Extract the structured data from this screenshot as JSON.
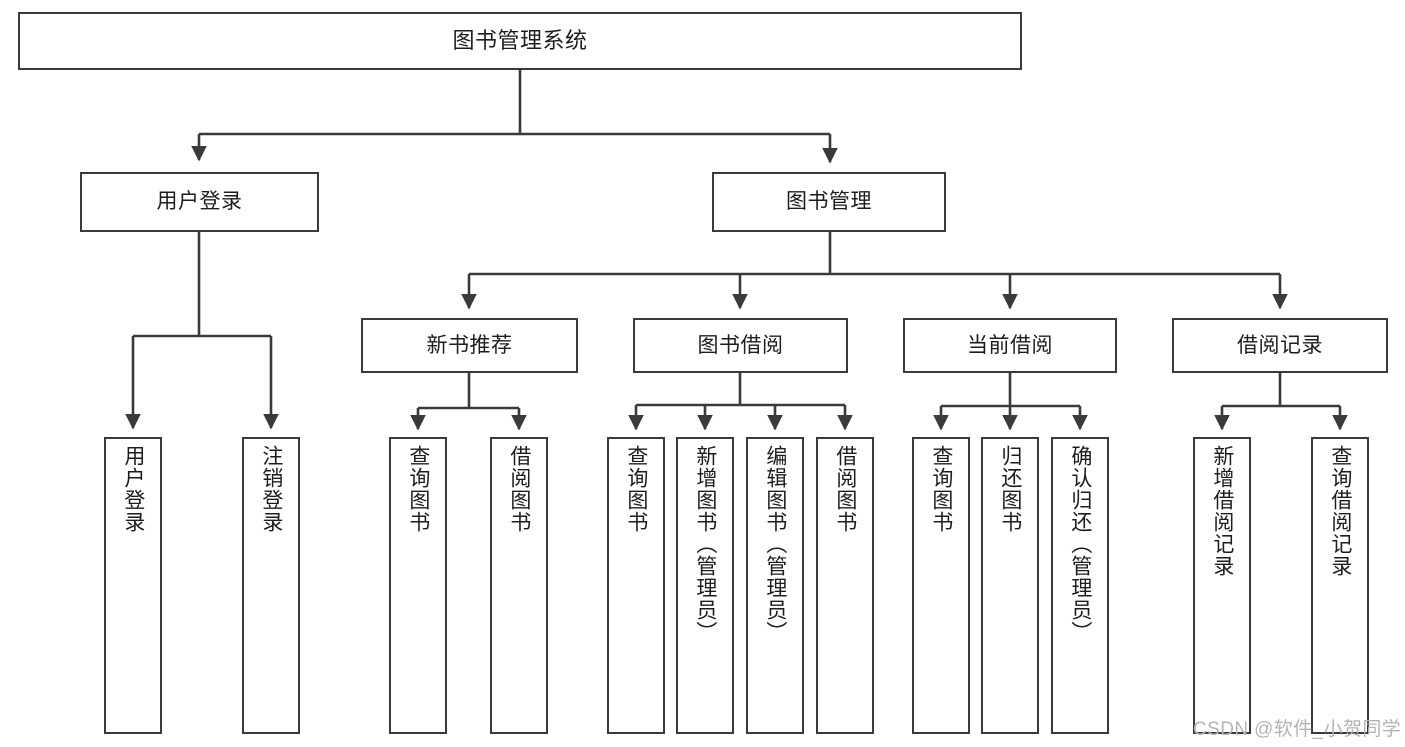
{
  "diagram": {
    "title": "图书管理系统",
    "type": "tree-hierarchy",
    "orientation": "top-down",
    "colors": {
      "stroke": "#3a3a3a",
      "fill": "#ffffff",
      "text": "#1d1d1d",
      "watermark": "#b4b4b4"
    },
    "nodes": {
      "root": {
        "label": "图书管理系统"
      },
      "level1": [
        {
          "label": "用户登录"
        },
        {
          "label": "图书管理"
        }
      ],
      "level2": [
        {
          "label": "新书推荐"
        },
        {
          "label": "图书借阅"
        },
        {
          "label": "当前借阅"
        },
        {
          "label": "借阅记录"
        }
      ],
      "leaves": {
        "user_login": [
          {
            "label": "用户登录"
          },
          {
            "label": "注销登录"
          }
        ],
        "new_book_recommend": [
          {
            "label": "查询图书"
          },
          {
            "label": "借阅图书"
          }
        ],
        "book_borrow": [
          {
            "label": "查询图书"
          },
          {
            "label": "新增图书（管理员）"
          },
          {
            "label": "编辑图书（管理员）"
          },
          {
            "label": "借阅图书"
          }
        ],
        "current_borrow": [
          {
            "label": "查询图书"
          },
          {
            "label": "归还图书"
          },
          {
            "label": "确认归还（管理员）"
          }
        ],
        "borrow_record": [
          {
            "label": "新增借阅记录"
          },
          {
            "label": "查询借阅记录"
          }
        ]
      }
    },
    "watermark": "CSDN @软件_小贺同学"
  }
}
